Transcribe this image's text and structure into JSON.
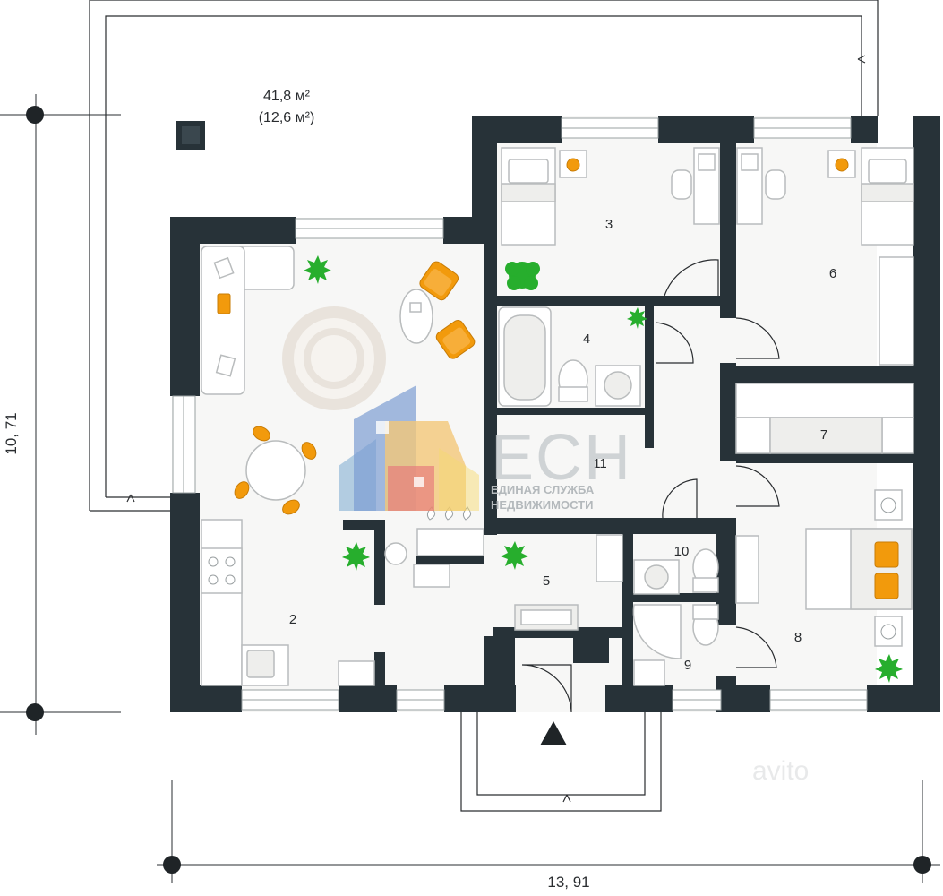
{
  "terrace": {
    "area": "41,8 м²",
    "area_sub": "(12,6 м²)"
  },
  "rooms": [
    {
      "id": "2",
      "label": "2"
    },
    {
      "id": "3",
      "label": "3"
    },
    {
      "id": "4",
      "label": "4"
    },
    {
      "id": "5",
      "label": "5"
    },
    {
      "id": "6",
      "label": "6"
    },
    {
      "id": "7",
      "label": "7"
    },
    {
      "id": "8",
      "label": "8"
    },
    {
      "id": "9",
      "label": "9"
    },
    {
      "id": "10",
      "label": "10"
    },
    {
      "id": "11",
      "label": "11"
    }
  ],
  "dimensions": {
    "height": "10, 71",
    "width": "13, 91"
  },
  "watermark": {
    "logo_letters": "ЕСН",
    "line1": "ЕДИНАЯ СЛУЖБА",
    "line2": "НЕДВИЖИМОСТИ",
    "corner": "avito"
  },
  "colors": {
    "wall": "#273238",
    "accent": "#f29a0c",
    "plant": "#27ae2d"
  }
}
